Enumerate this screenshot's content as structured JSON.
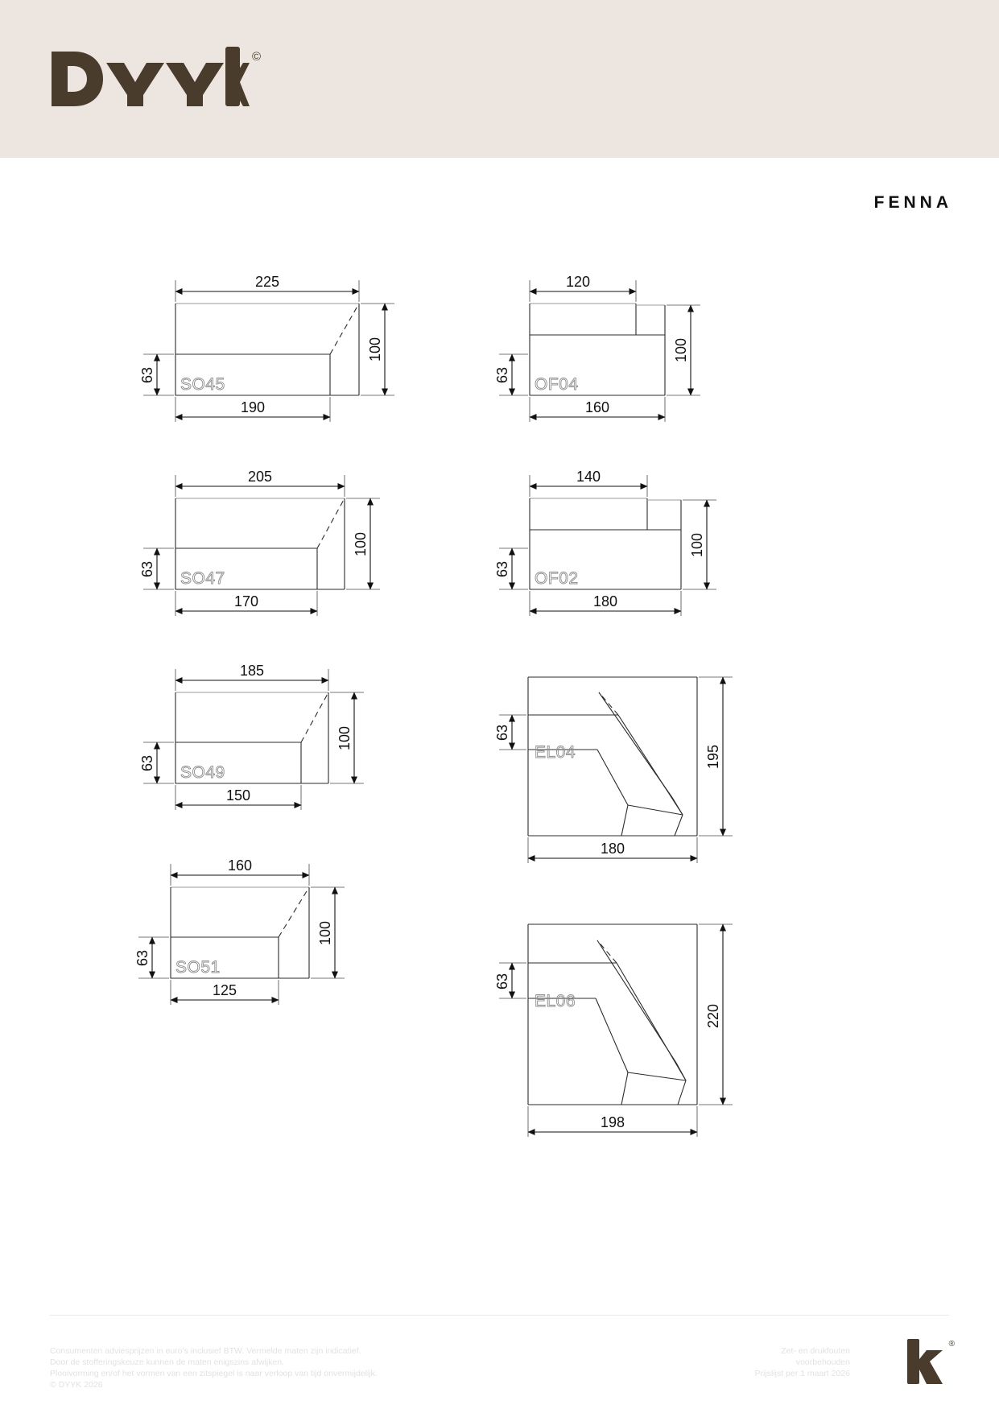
{
  "brand": {
    "name": "DYYK",
    "registered_mark": "©",
    "header_bg": "#EDE6E0",
    "logo_color": "#4A3C2C"
  },
  "collection": {
    "title": "FENNA"
  },
  "diagrams": [
    {
      "code": "SO45",
      "type": "sofa-element-left",
      "top_dim": "225",
      "bottom_dim": "190",
      "height_dim": "63",
      "right_dim": "100"
    },
    {
      "code": "OF04",
      "type": "ottoman-element",
      "top_dim": "120",
      "bottom_dim": "160",
      "height_dim": "63",
      "right_dim": "100"
    },
    {
      "code": "SO47",
      "type": "sofa-element-left",
      "top_dim": "205",
      "bottom_dim": "170",
      "height_dim": "63",
      "right_dim": "100"
    },
    {
      "code": "OF02",
      "type": "ottoman-element",
      "top_dim": "140",
      "bottom_dim": "180",
      "height_dim": "63",
      "right_dim": "100"
    },
    {
      "code": "SO49",
      "type": "sofa-element-left",
      "top_dim": "185",
      "bottom_dim": "150",
      "height_dim": "63",
      "right_dim": "100"
    },
    {
      "code": "EL04",
      "type": "corner-element",
      "bottom_dim": "180",
      "height_dim": "63",
      "right_dim": "195"
    },
    {
      "code": "SO51",
      "type": "sofa-element-left",
      "top_dim": "160",
      "bottom_dim": "125",
      "height_dim": "63",
      "right_dim": "100"
    },
    {
      "code": "EL06",
      "type": "corner-element",
      "bottom_dim": "198",
      "height_dim": "63",
      "right_dim": "220"
    }
  ],
  "footer": {
    "disclaimer": "Consumenten adviesprijzen in euro's inclusief BTW. Vermelde maten zijn indicatief.\nDoor de stofferingskeuze kunnen de maten enigszins afwijken.\nPlooivorming en/of het vormen van een zitspiegel is naar verloop van tijd onvermijdelijk.\n© DYYK 2026",
    "notice": "Zet- en drukfouten\nvoorbehouden\nPrijslijst per 1 maart 2026",
    "logo_mark": "k",
    "logo_reg": "®"
  }
}
